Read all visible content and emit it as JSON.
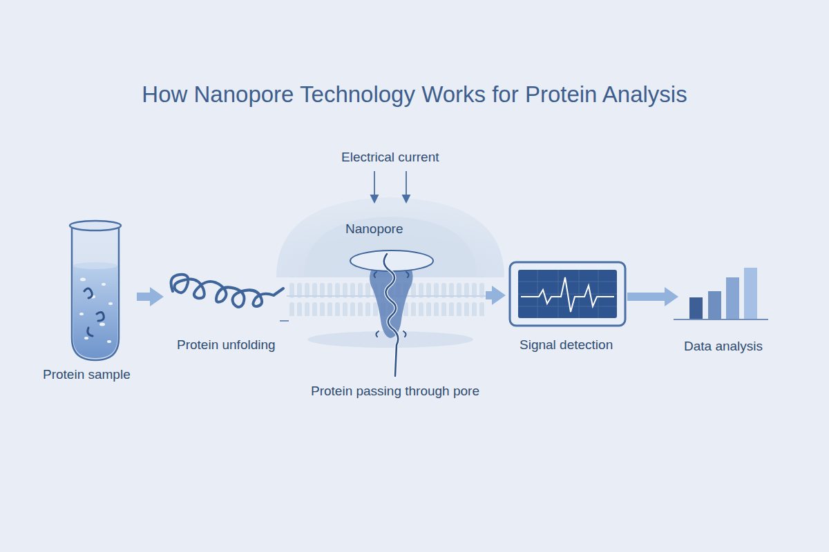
{
  "diagram": {
    "title": "How Nanopore Technology Works for Protein Analysis",
    "nodes": [
      {
        "text": [
          "Protein sample"
        ]
      },
      {
        "text": [
          "Protein unfolding"
        ]
      },
      {
        "text": [
          "Nanopore",
          "Protein passing through pore"
        ]
      },
      {
        "text": [
          "Signal detection"
        ]
      },
      {
        "text": [
          "Data analysis"
        ]
      }
    ],
    "edges": [
      {
        "from": 0,
        "to": 1,
        "arrow": "to"
      },
      {
        "from": 1,
        "to": 2,
        "arrow": "none"
      },
      {
        "from": 2,
        "to": 3,
        "arrow": "to"
      },
      {
        "from": 3,
        "to": 4,
        "arrow": "to"
      }
    ],
    "labels": [
      "Electrical current"
    ]
  }
}
